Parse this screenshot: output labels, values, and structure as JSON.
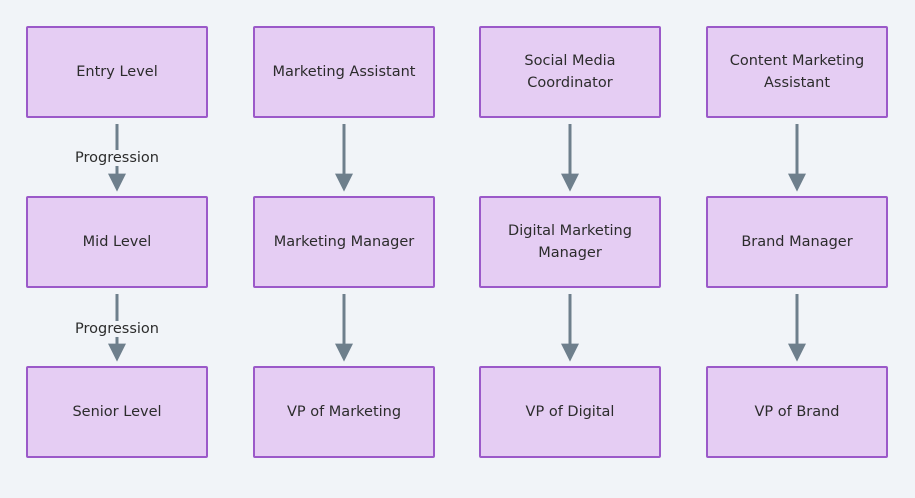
{
  "nodes": {
    "entry_level": "Entry Level",
    "mid_level": "Mid Level",
    "senior_level": "Senior Level",
    "marketing_assistant": "Marketing Assistant",
    "marketing_manager": "Marketing Manager",
    "vp_marketing": "VP of Marketing",
    "social_media_coordinator": "Social Media Coordinator",
    "digital_marketing_manager": "Digital Marketing Manager",
    "vp_digital": "VP of Digital",
    "content_marketing_assistant": "Content Marketing Assistant",
    "brand_manager": "Brand Manager",
    "vp_brand": "VP of Brand"
  },
  "edge_labels": {
    "entry_to_mid": "Progression",
    "mid_to_senior": "Progression"
  },
  "colors": {
    "node_fill": "#e5cdf3",
    "node_border": "#9b59c9",
    "edge": "#6e7f8c",
    "background": "#f1f4f8"
  }
}
